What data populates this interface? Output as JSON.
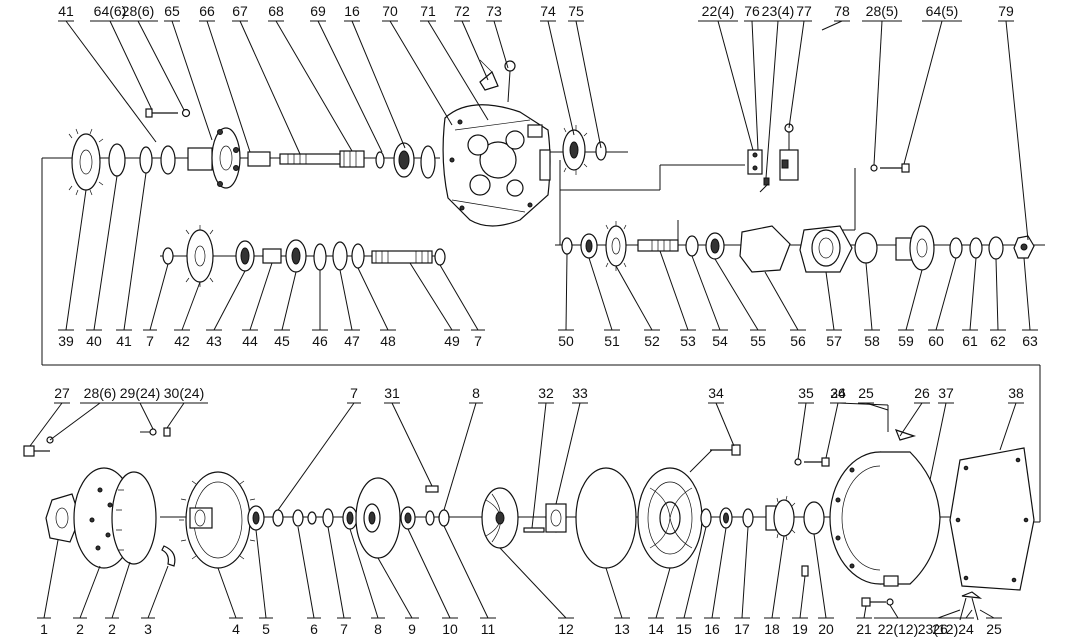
{
  "diagram": {
    "labels_top_upper": [
      "41",
      "64(6)",
      "28(6)",
      "65",
      "66",
      "67",
      "68",
      "69",
      "16",
      "70",
      "71",
      "72",
      "73",
      "74",
      "75",
      "22(4)",
      "76",
      "23(4)",
      "77",
      "78",
      "28(5)",
      "64(5)",
      "79"
    ],
    "labels_top_lower": [
      "39",
      "40",
      "41",
      "7",
      "42",
      "43",
      "44",
      "45",
      "46",
      "47",
      "48",
      "49",
      "7",
      "50",
      "51",
      "52",
      "53",
      "54",
      "55",
      "56",
      "57",
      "58",
      "59",
      "60",
      "61",
      "62",
      "63"
    ],
    "labels_bottom_upper": [
      "27",
      "28(6)",
      "29(24)",
      "30(24)",
      "7",
      "31",
      "8",
      "32",
      "33",
      "34",
      "35",
      "36",
      "24",
      "25",
      "26",
      "37",
      "38"
    ],
    "labels_bottom_lower": [
      "1",
      "2",
      "2",
      "3",
      "4",
      "5",
      "6",
      "7",
      "8",
      "9",
      "10",
      "11",
      "12",
      "13",
      "14",
      "15",
      "16",
      "17",
      "18",
      "19",
      "20",
      "21",
      "22(12)",
      "23(12)",
      "24",
      "25",
      "26"
    ]
  }
}
